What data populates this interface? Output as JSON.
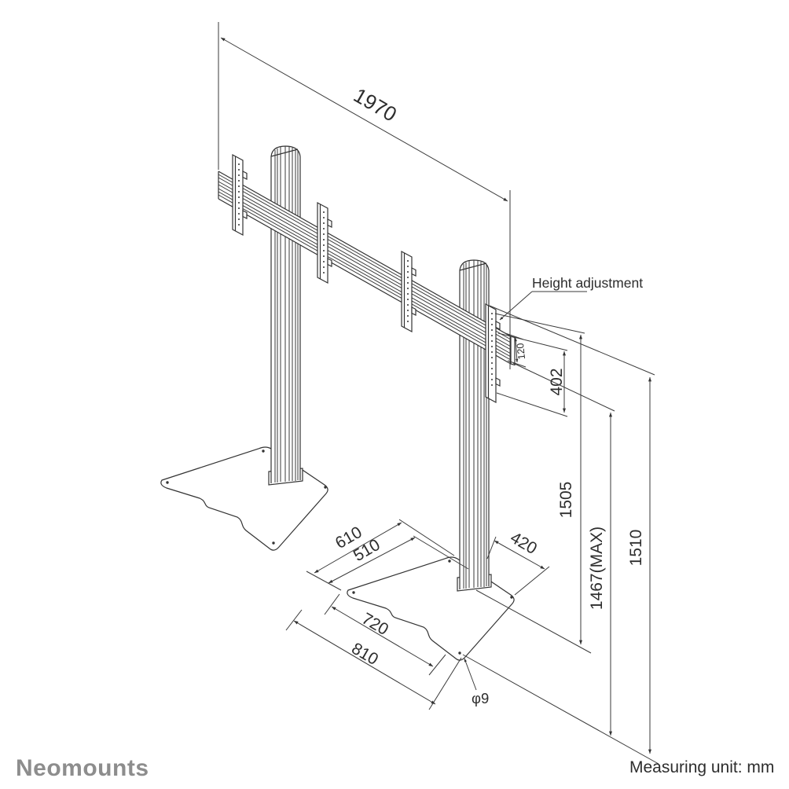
{
  "drawing": {
    "brand": "Neomounts",
    "unit_note": "Measuring unit: mm",
    "callouts": {
      "height_adjustment": "Height adjustment",
      "base_hole_diameter": "φ9"
    },
    "dimensions": {
      "rail_length": "1970",
      "bracket_slot_height": "120",
      "height_adjust_range": "402",
      "pole_height": "1505",
      "screen_center_max": "1467(MAX)",
      "total_height": "1510",
      "base_plate_width": "610",
      "base_plate_width_inner": "510",
      "base_plate_right_span": "420",
      "base_plate_depth_inner": "720",
      "base_plate_depth": "810"
    },
    "colors": {
      "line": "#333333",
      "brand_gray": "#8d8d8d",
      "background": "#ffffff"
    }
  }
}
